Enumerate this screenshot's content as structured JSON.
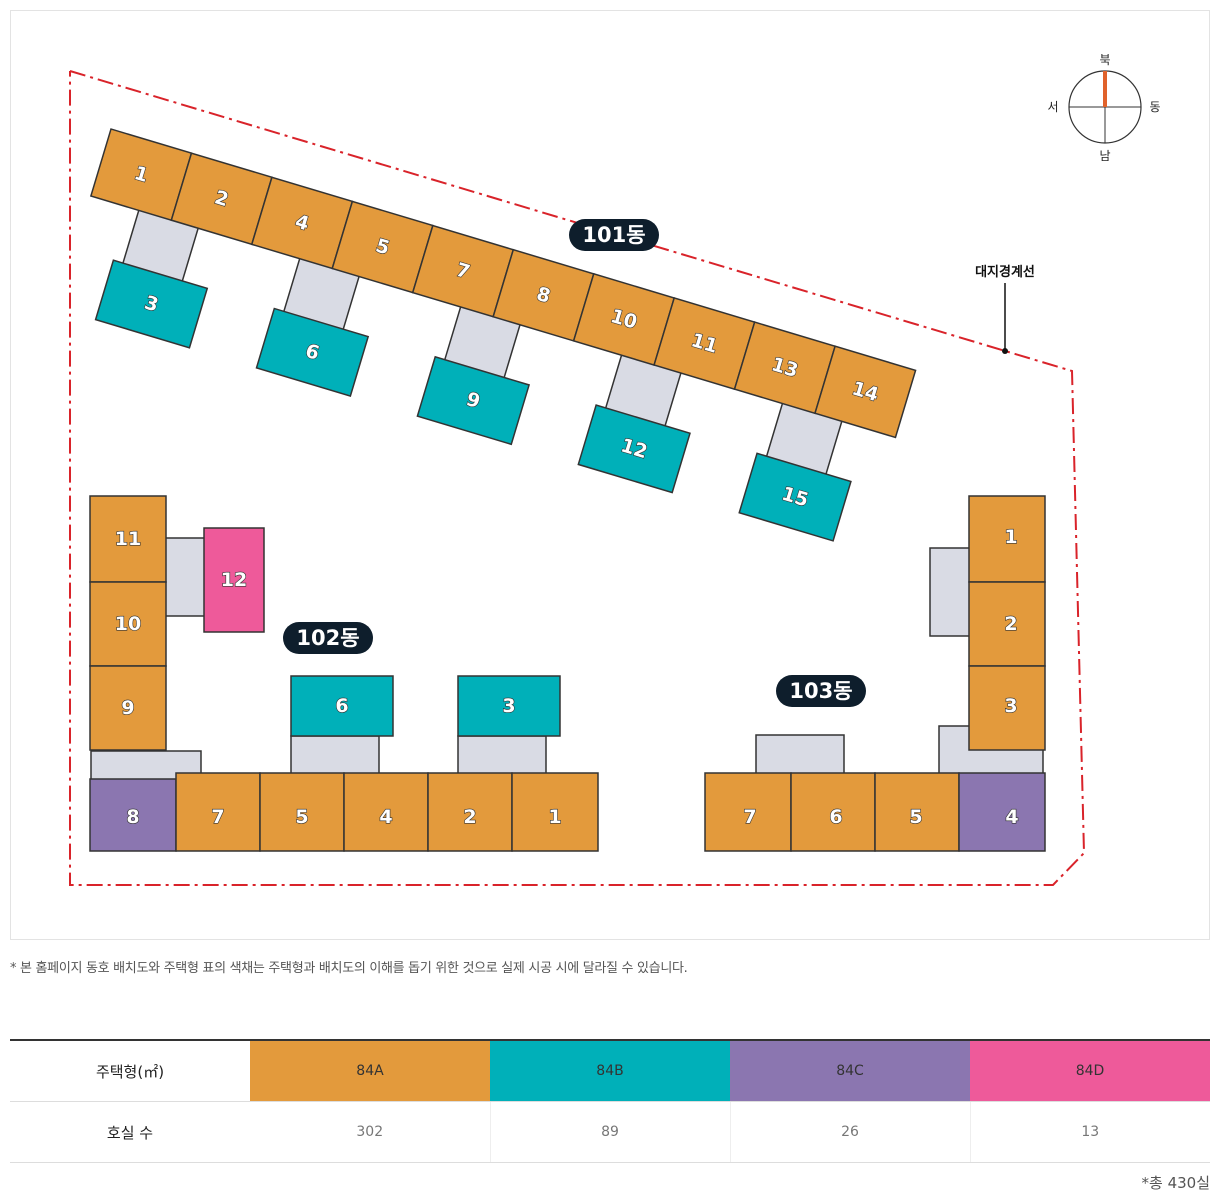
{
  "plan": {
    "boundary_label": "대지경계선",
    "compass": {
      "north": "북",
      "south": "남",
      "east": "동",
      "west": "서"
    },
    "buildings": [
      {
        "name": "101동",
        "units": [
          {
            "label": "1",
            "type": "84A"
          },
          {
            "label": "2",
            "type": "84A"
          },
          {
            "label": "3",
            "type": "84B"
          },
          {
            "label": "4",
            "type": "84A"
          },
          {
            "label": "5",
            "type": "84A"
          },
          {
            "label": "6",
            "type": "84B"
          },
          {
            "label": "7",
            "type": "84A"
          },
          {
            "label": "8",
            "type": "84A"
          },
          {
            "label": "9",
            "type": "84B"
          },
          {
            "label": "10",
            "type": "84A"
          },
          {
            "label": "11",
            "type": "84A"
          },
          {
            "label": "12",
            "type": "84B"
          },
          {
            "label": "13",
            "type": "84A"
          },
          {
            "label": "14",
            "type": "84A"
          },
          {
            "label": "15",
            "type": "84B"
          }
        ]
      },
      {
        "name": "102동",
        "units": [
          {
            "label": "11",
            "type": "84A"
          },
          {
            "label": "12",
            "type": "84D"
          },
          {
            "label": "10",
            "type": "84A"
          },
          {
            "label": "9",
            "type": "84A"
          },
          {
            "label": "8",
            "type": "84C"
          },
          {
            "label": "7",
            "type": "84A"
          },
          {
            "label": "6",
            "type": "84B"
          },
          {
            "label": "5",
            "type": "84A"
          },
          {
            "label": "4",
            "type": "84A"
          },
          {
            "label": "3",
            "type": "84B"
          },
          {
            "label": "2",
            "type": "84A"
          },
          {
            "label": "1",
            "type": "84A"
          }
        ]
      },
      {
        "name": "103동",
        "units": [
          {
            "label": "1",
            "type": "84A"
          },
          {
            "label": "2",
            "type": "84A"
          },
          {
            "label": "3",
            "type": "84A"
          },
          {
            "label": "4",
            "type": "84C"
          },
          {
            "label": "5",
            "type": "84A"
          },
          {
            "label": "6",
            "type": "84A"
          },
          {
            "label": "7",
            "type": "84A"
          }
        ]
      }
    ]
  },
  "note": "* 본 홈페이지 동호 배치도와 주택형 표의 색채는 주택형과 배치도의 이해를 돕기 위한 것으로 실제 시공 시에 달라질 수 있습니다.",
  "table": {
    "header_label": "주택형(㎡)",
    "count_label": "호실 수",
    "types": [
      {
        "name": "84A",
        "count": "302",
        "color": "#e39a3c"
      },
      {
        "name": "84B",
        "count": "89",
        "color": "#00b0b9"
      },
      {
        "name": "84C",
        "count": "26",
        "color": "#8b76b0"
      },
      {
        "name": "84D",
        "count": "13",
        "color": "#ee5a9a"
      }
    ]
  },
  "total": "*총 430실"
}
